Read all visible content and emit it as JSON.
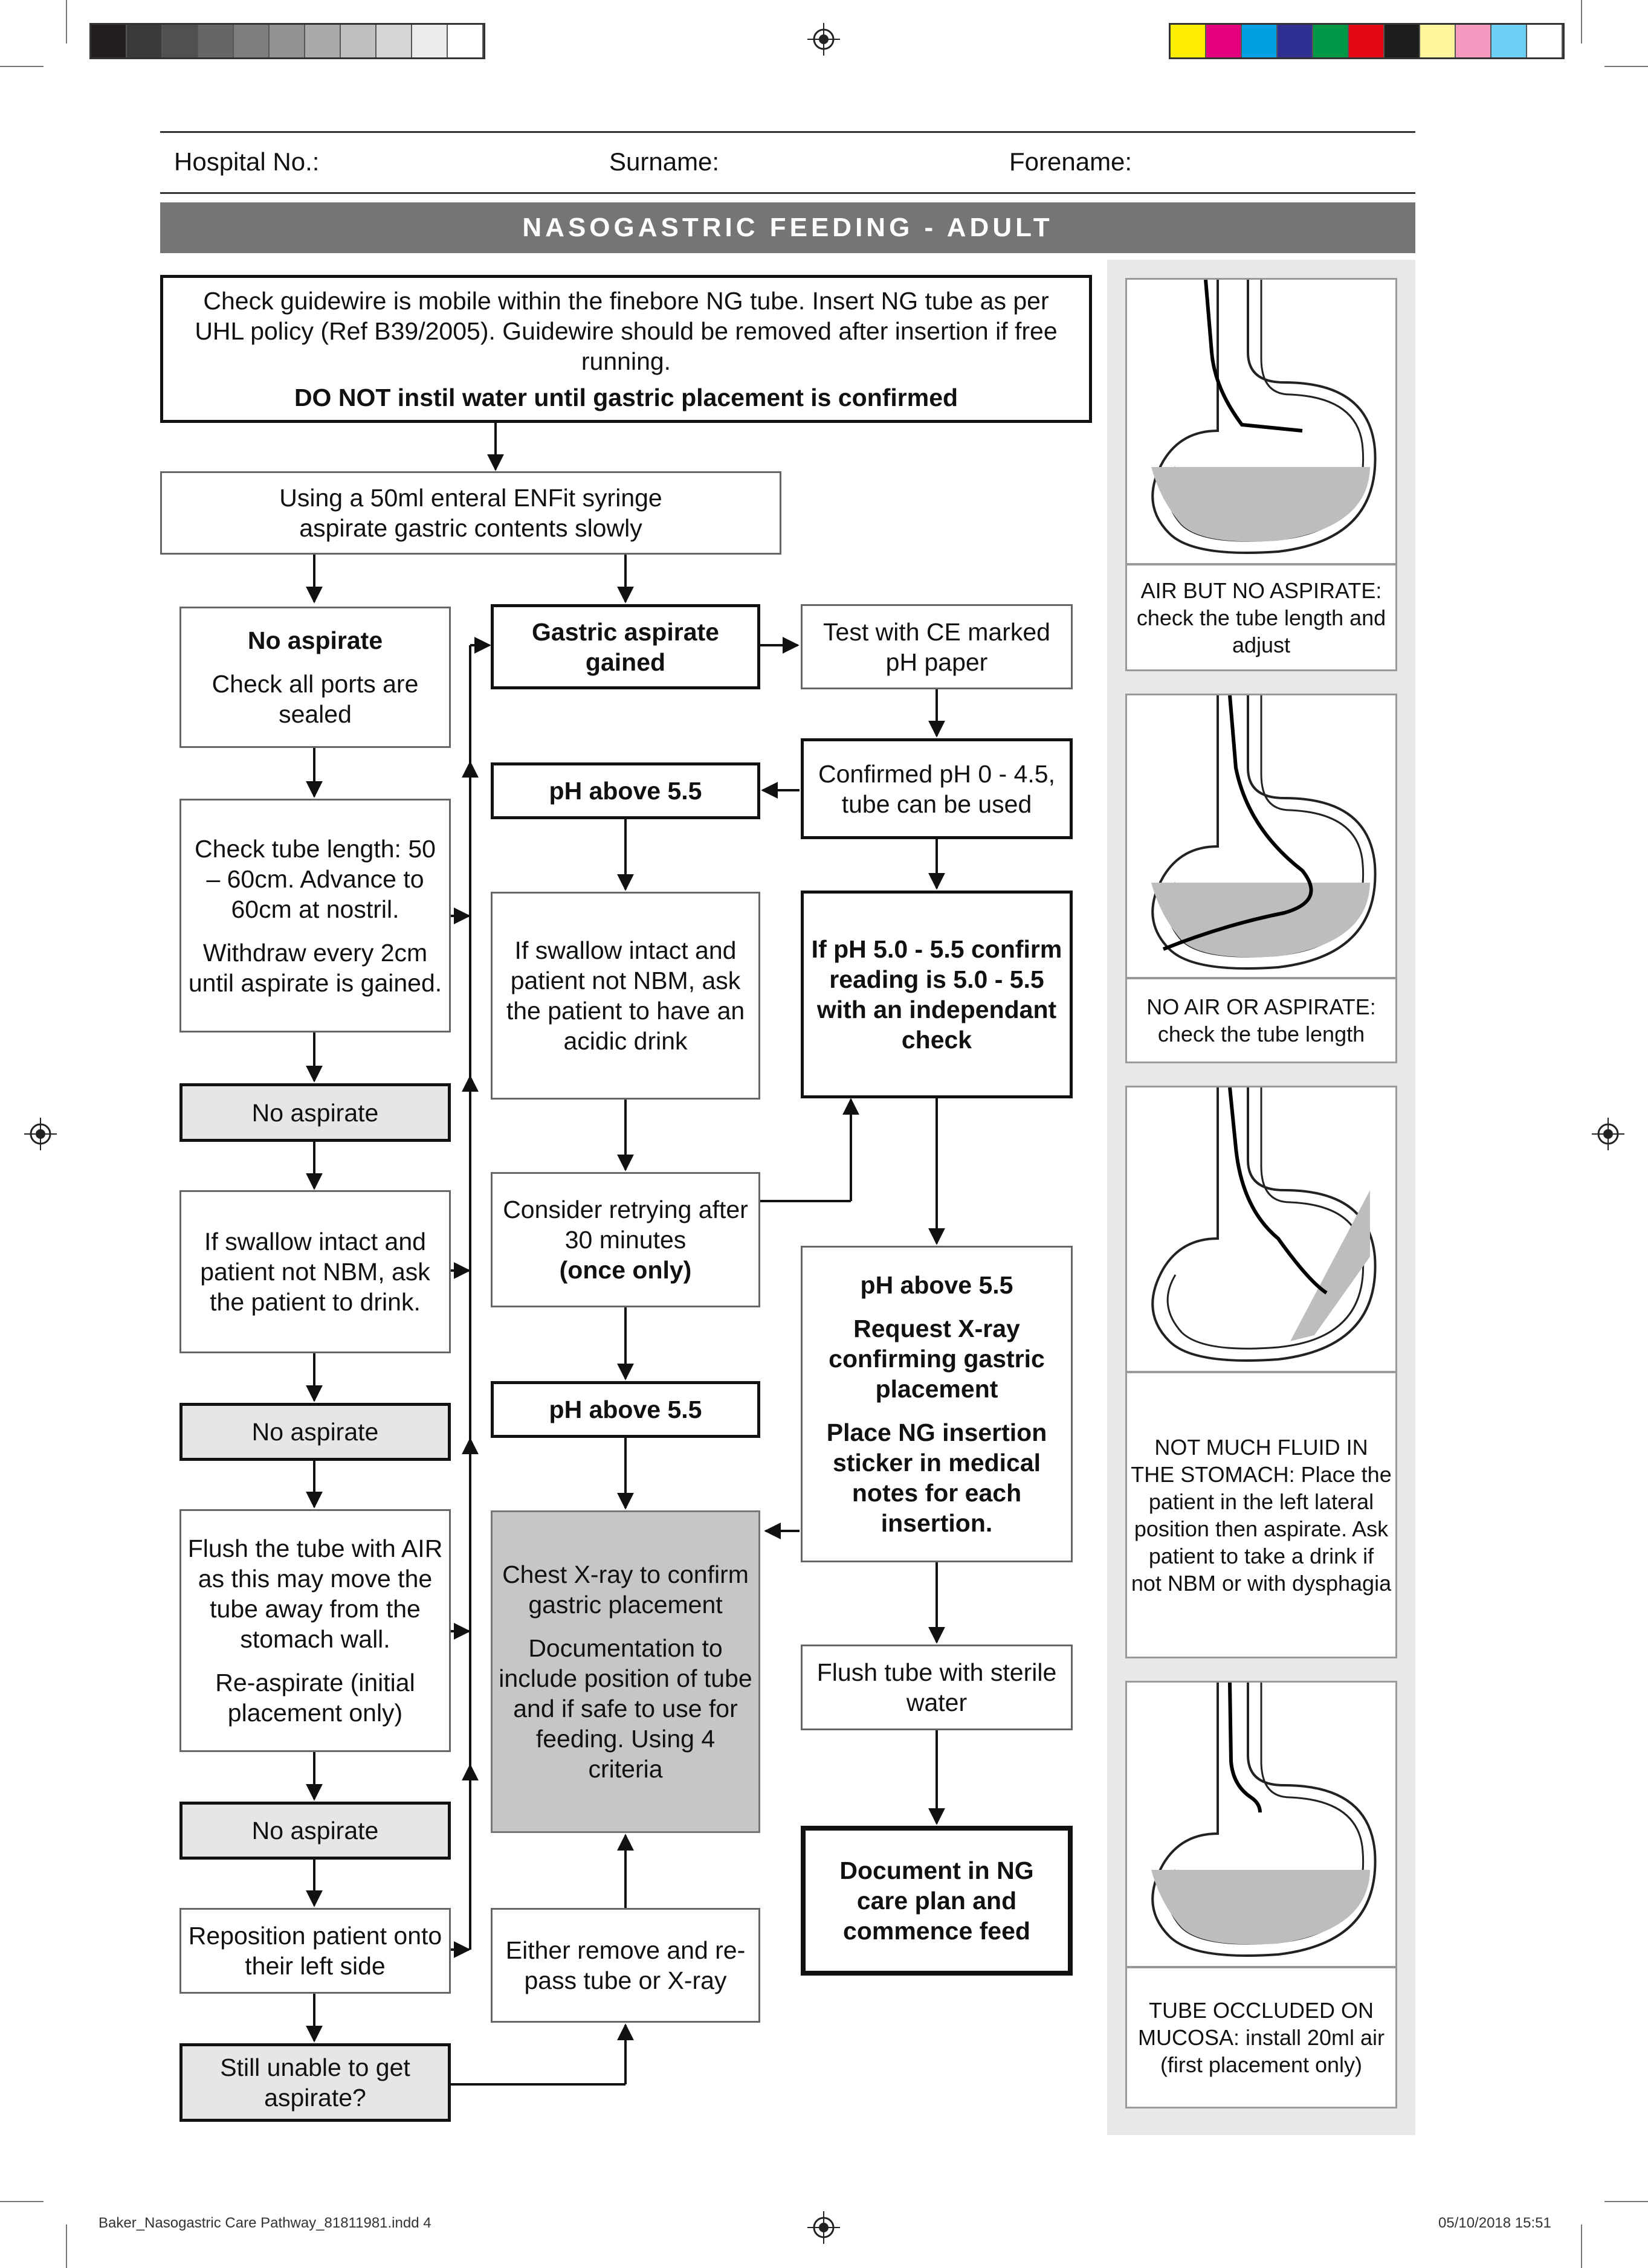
{
  "header": {
    "hospital_no_label": "Hospital No.:",
    "surname_label": "Surname:",
    "forename_label": "Forename:"
  },
  "title": "NASOGASTRIC FEEDING - ADULT",
  "colors": {
    "title_bar": "#757575",
    "shaded_box": "#e6e6e6",
    "dark_box": "#c6c6c6",
    "side_panel": "#e8e8e8",
    "illustration_fluid": "#bdbdbd",
    "color_bar": [
      "#ffed00",
      "#e5007e",
      "#00a0e3",
      "#2e3192",
      "#009846",
      "#e30613",
      "#1d1d1b",
      "#fff59a",
      "#f49ac1",
      "#6dcff6",
      "#ffffff"
    ],
    "gray_bar": [
      "#231f20",
      "#3a3a3a",
      "#505050",
      "#666666",
      "#7d7d7d",
      "#939393",
      "#a9a9a9",
      "#bfbfbf",
      "#d6d6d6",
      "#ececec",
      "#ffffff"
    ]
  },
  "flow": {
    "top_box": {
      "text": "Check guidewire is mobile within the finebore NG tube. Insert NG tube as per UHL policy (Ref B39/2005). Guidewire should be removed after insertion if free running.",
      "warning": "DO NOT instil water until gastric placement is confirmed"
    },
    "aspirate_box": "Using a 50ml enteral ENFit syringe aspirate gastric contents slowly",
    "left": {
      "no_aspirate_1": {
        "title": "No aspirate",
        "text": "Check all ports are sealed"
      },
      "check_length": {
        "text1": "Check tube length: 50 – 60cm. Advance to 60cm at nostril.",
        "text2": "Withdraw every 2cm until aspirate is gained."
      },
      "no_aspirate_2": "No aspirate",
      "swallow_drink": "If swallow intact and patient not NBM, ask the patient to drink.",
      "no_aspirate_3": "No aspirate",
      "flush_air": {
        "text1": "Flush the tube with AIR as this may move the tube away from the stomach wall.",
        "text2": "Re-aspirate (initial placement only)"
      },
      "no_aspirate_4": "No aspirate",
      "reposition": "Reposition patient onto their left side",
      "still_unable": "Still unable to get aspirate?"
    },
    "middle": {
      "gastric_gained": "Gastric aspirate gained",
      "ph_above_1": "pH above 5.5",
      "acidic_drink": "If swallow intact and patient not NBM, ask the patient to have an acidic drink",
      "retry": {
        "text": "Consider retrying after 30 minutes",
        "bold": "(once only)"
      },
      "ph_above_2": "pH above 5.5",
      "chest_xray": {
        "text1": "Chest X-ray to confirm gastric placement",
        "text2": "Documentation to include position of tube and if safe to use for feeding. Using 4 criteria"
      },
      "remove_repass": "Either remove and re-pass tube or X-ray"
    },
    "right": {
      "test_ph": "Test with CE marked pH paper",
      "confirmed": "Confirmed pH 0 - 4.5, tube can be used",
      "ph_5_range": "If pH 5.0 - 5.5 confirm reading is 5.0 - 5.5 with an independant check",
      "xray_request": {
        "title": "pH above 5.5",
        "text1": "Request X-ray confirming gastric placement",
        "text2": "Place NG insertion sticker in medical notes for each insertion."
      },
      "flush_water": "Flush tube with sterile water",
      "document": "Document in NG care plan and commence feed"
    }
  },
  "illustrations": [
    {
      "icon": "stomach-tube-high-icon",
      "caption": "AIR BUT NO ASPIRATE: check the tube length and adjust"
    },
    {
      "icon": "stomach-tube-deep-icon",
      "caption": "NO AIR OR ASPIRATE: check the tube length"
    },
    {
      "icon": "stomach-little-fluid-icon",
      "caption": "NOT MUCH FLUID IN THE STOMACH: Place the patient in the left lateral position then aspirate. Ask patient to take a drink if not NBM or with dysphagia"
    },
    {
      "icon": "stomach-tube-occluded-icon",
      "caption": "TUBE OCCLUDED ON MUCOSA: install 20ml air (first placement only)"
    }
  ],
  "footer": {
    "file": "Baker_Nasogastric Care Pathway_81811981.indd   4",
    "date": "05/10/2018   15:51"
  }
}
